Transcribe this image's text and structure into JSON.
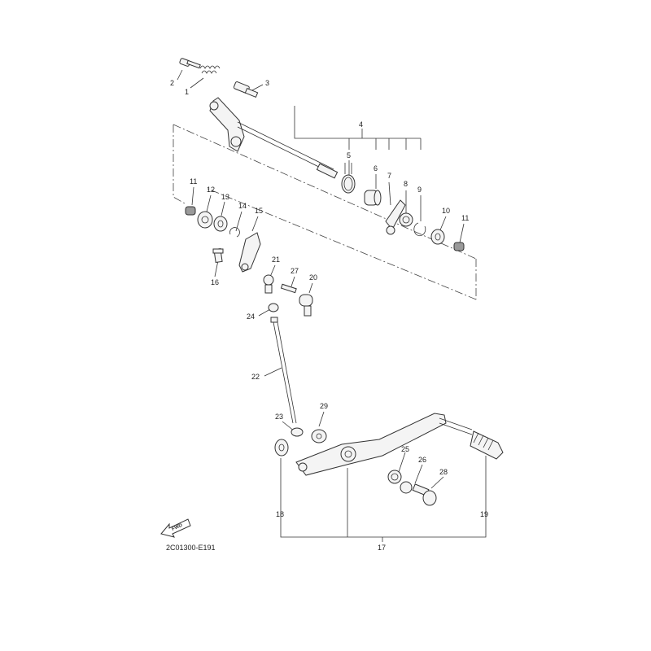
{
  "diagram": {
    "code": "2C01300-E191",
    "fwd_text": "FWD",
    "fwd_icon": "forward-arrow-icon",
    "callouts": [
      {
        "n": "1"
      },
      {
        "n": "2"
      },
      {
        "n": "3"
      },
      {
        "n": "4"
      },
      {
        "n": "5"
      },
      {
        "n": "6"
      },
      {
        "n": "7"
      },
      {
        "n": "8"
      },
      {
        "n": "9"
      },
      {
        "n": "10"
      },
      {
        "n": "11"
      },
      {
        "n": "11"
      },
      {
        "n": "12"
      },
      {
        "n": "13"
      },
      {
        "n": "14"
      },
      {
        "n": "15"
      },
      {
        "n": "16"
      },
      {
        "n": "17"
      },
      {
        "n": "18"
      },
      {
        "n": "19"
      },
      {
        "n": "20"
      },
      {
        "n": "21"
      },
      {
        "n": "22"
      },
      {
        "n": "23"
      },
      {
        "n": "24"
      },
      {
        "n": "25"
      },
      {
        "n": "26"
      },
      {
        "n": "27"
      },
      {
        "n": "28"
      },
      {
        "n": "29"
      }
    ]
  }
}
